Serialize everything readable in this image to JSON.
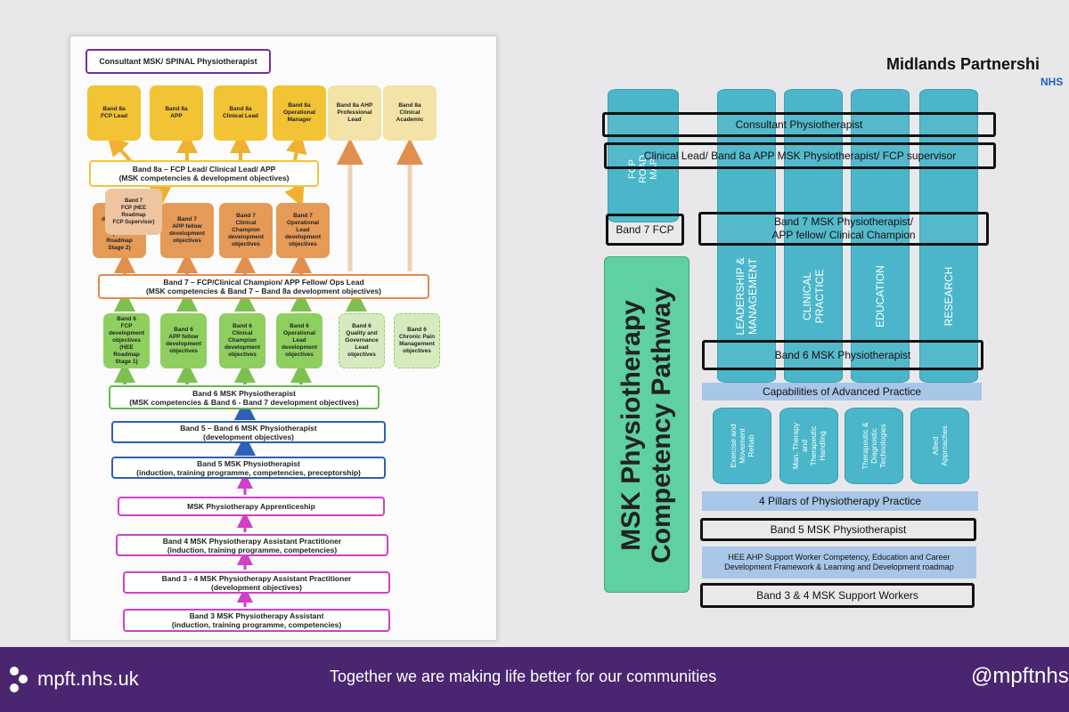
{
  "left_doc": {
    "consultant": "Consultant MSK/ SPINAL Physiotherapist",
    "band8_tiles": [
      "Band 8a\nFCP Lead",
      "Band 8a\nAPP",
      "Band 8a\nClinical Lead",
      "Band 8a\nOperational\nManager",
      "Band 8a AHP\nProfessional\nLead",
      "Band 8a\nClinical\nAcademic"
    ],
    "band8_box_l1": "Band 8a – FCP Lead/ Clinical Lead/ APP",
    "band8_box_l2": "(MSK competencies & development objectives)",
    "band7_overlay": "Band 7\nFCP (HEE\nRoadmap\nFCP Supervisor)",
    "band7_tiles": [
      "Band 7\ndevelopment\nobjectives\n(HEE\nRoadmap\nStage 2)",
      "Band 7\nAPP fellow\ndevelopment\nobjectives",
      "Band 7\nClinical\nChampion\ndevelopment\nobjectives",
      "Band 7\nOperational\nLead\ndevelopment\nobjectives"
    ],
    "band7_box_l1": "Band 7 – FCP/Clinical Champion/ APP Fellow/ Ops Lead",
    "band7_box_l2": "(MSK competencies & Band 7 – Band 8a development objectives)",
    "band6_tiles": [
      "Band 6\nFCP\ndevelopment\nobjectives\n(HEE\nRoadmap\nStage 1)",
      "Band 6\nAPP fellow\ndevelopment\nobjectives",
      "Band 6\nClinical\nChampion\ndevelopment\nobjectives",
      "Band 6\nOperational\nLead\ndevelopment\nobjectives",
      "Band 6\nQuality and\nGovernance\nLead\nobjectives",
      "Band 6\nChronic Pain\nManagement\nobjectives"
    ],
    "band6_box_l1": "Band 6 MSK Physiotherapist",
    "band6_box_l2": "(MSK competencies & Band 6 - Band 7 development objectives)",
    "b5to6_l1": "Band 5 – Band 6 MSK Physiotherapist",
    "b5to6_l2": "(development objectives)",
    "b5_l1": "Band 5 MSK Physiotherapist",
    "b5_l2": "(induction, training programme, competencies, preceptorship)",
    "apprentice": "MSK Physiotherapy Apprenticeship",
    "b4_l1": "Band 4 MSK Physiotherapy Assistant Practitioner",
    "b4_l2": "(induction, training programme, competencies)",
    "b34_l1": "Band 3 - 4 MSK Physiotherapy Assistant Practitioner",
    "b34_l2": "(development objectives)",
    "b3_l1": "Band 3 MSK Physiotherapy Assistant",
    "b3_l2": "(induction, training programme, competencies)"
  },
  "slide": {
    "brand": "Midlands Partnershi",
    "brand_sub": "NHS",
    "fcp_column": "FCP\nROAD\nMAP",
    "columns": [
      "LEADERSHIP &\nMANAGEMENT",
      "CLINICAL\nPRACTICE",
      "EDUCATION",
      "RESEARCH"
    ],
    "consultant": "Consultant Physiotherapist",
    "clinical_lead": "Clinical Lead/ Band 8a APP MSK Physiotherapist/ FCP supervisor",
    "band7_fcp": "Band 7 FCP",
    "band7_msk_l1": "Band 7 MSK Physiotherapist/",
    "band7_msk_l2": "APP fellow/ Clinical Champion",
    "band6": "Band 6 MSK Physiotherapist",
    "capabilities": "Capabilities of Advanced Practice",
    "pillars": [
      "Exercise and\nMovement\nRehab",
      "Man. Therapy\nand\nTherapeutic\nHandling",
      "Therapeutic &\nDiagnostic\nTechnologies",
      "Allied\nApproaches"
    ],
    "four_pillars": "4 Pillars of Physiotherapy Practice",
    "band5": "Band 5 MSK Physiotherapist",
    "hee_l1": "HEE AHP Support Worker Competency, Education and Career",
    "hee_l2": "Development Framework & Learning and Development roadmap",
    "band34": "Band 3 & 4 MSK Support Workers",
    "pathway_l1": "MSK Physiotherapy",
    "pathway_l2": "Competency Pathway"
  },
  "footer": {
    "url": "mpft.nhs.uk",
    "tagline": "Together we are making life better for our communities",
    "handle": "@mpftnhs"
  },
  "colors": {
    "footer": "#4a2670",
    "column": "#4bb6c9",
    "pathway": "#5fd0a0",
    "consultant_border": "#7030a0",
    "band8_border": "#eec542",
    "band7_border": "#e6894a",
    "band6_border": "#6ab84a",
    "band5_border": "#2f5fb8",
    "support_border": "#d040c8"
  }
}
